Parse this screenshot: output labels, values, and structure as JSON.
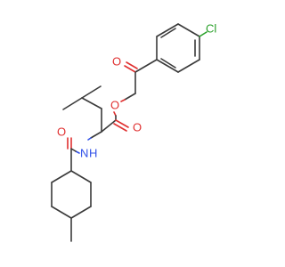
{
  "molecule": {
    "atoms": {
      "chlorine": "Cl",
      "ketone_oxygen": "O",
      "ester_oxygen_single": "O",
      "ester_oxygen_double": "O",
      "amide_oxygen": "O",
      "amide_nitrogen": "N",
      "amide_hydrogen": "H"
    },
    "colors": {
      "carbon_bond": "#3a3a3a",
      "oxygen": "#e03030",
      "nitrogen": "#3050e8",
      "chlorine": "#2aa02a",
      "background": "#ffffff"
    }
  }
}
